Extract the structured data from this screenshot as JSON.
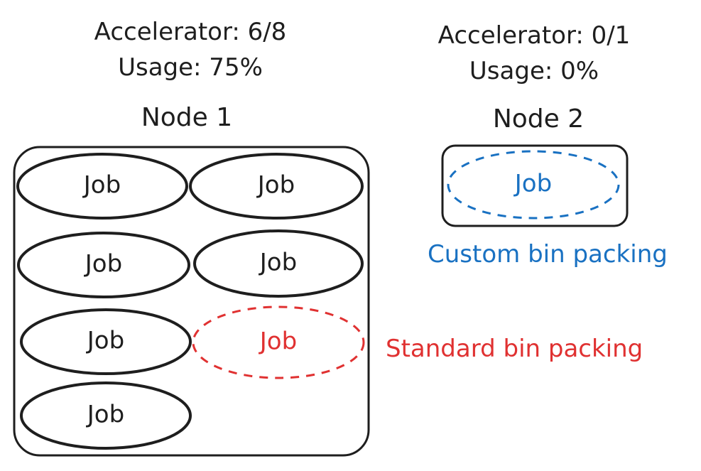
{
  "node1": {
    "accelerator": "Accelerator: 6/8",
    "usage": "Usage: 75%",
    "name": "Node 1",
    "jobs": [
      "Job",
      "Job",
      "Job",
      "Job",
      "Job",
      "Job",
      "Job"
    ]
  },
  "node2": {
    "accelerator": "Accelerator: 0/1",
    "usage": "Usage: 0%",
    "name": "Node 2",
    "job": "Job"
  },
  "annotations": {
    "standard": "Standard bin packing",
    "custom": "Custom bin packing"
  },
  "colors": {
    "ink": "#1e1e1e",
    "standard": "#e03131",
    "custom": "#1971c2"
  }
}
